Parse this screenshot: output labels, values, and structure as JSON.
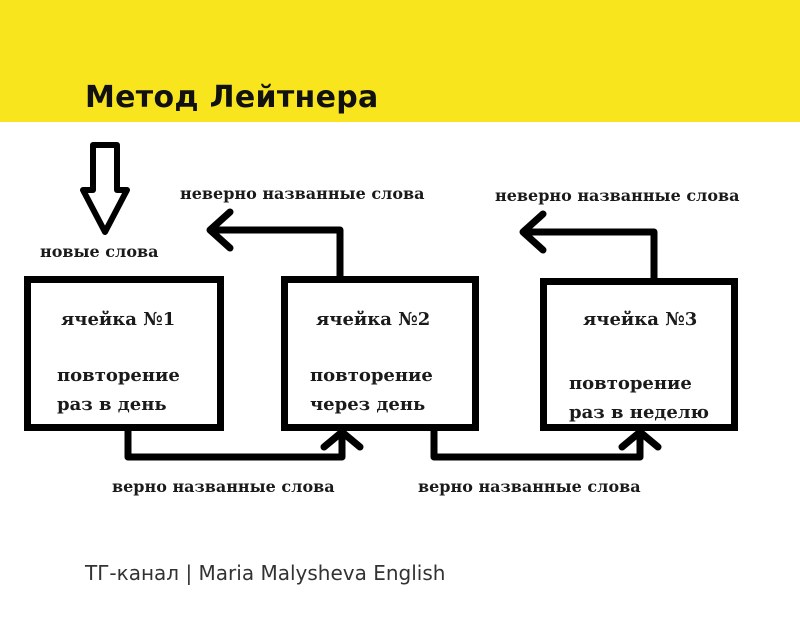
{
  "header": {
    "title": "Метод Лейтнера",
    "background_color": "#F8E51E"
  },
  "diagram": {
    "entry_label": "новые слова",
    "cells": [
      {
        "title": "ячейка №1",
        "line1": "повторение",
        "line2": "раз в день"
      },
      {
        "title": "ячейка №2",
        "line1": "повторение",
        "line2": "через день"
      },
      {
        "title": "ячейка №3",
        "line1": "повторение",
        "line2": "раз в неделю"
      }
    ],
    "wrong_labels": [
      "неверно названные слова",
      "неверно названные слова"
    ],
    "correct_labels": [
      "верно названные слова",
      "верно названные слова"
    ],
    "icons": [
      "down-arrow-icon",
      "left-arrow-icon",
      "up-arrow-icon"
    ]
  },
  "footer": {
    "text": "ТГ-канал | Maria Malysheva English"
  }
}
